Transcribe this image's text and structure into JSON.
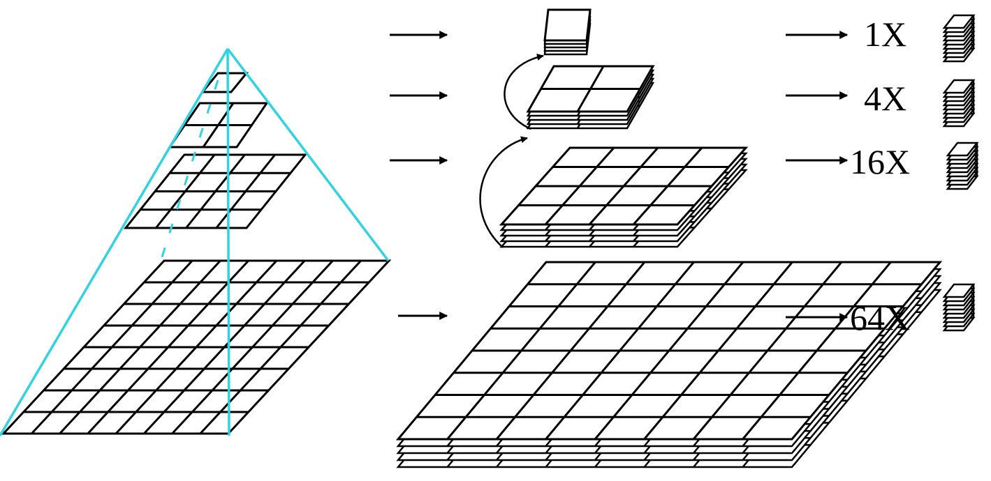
{
  "diagram": {
    "pyramid": {
      "levels": [
        1,
        2,
        4,
        8
      ],
      "line_color": "#2fd4e0"
    },
    "feature_maps": {
      "levels": [
        1,
        2,
        4,
        8
      ],
      "stack_layers": 5
    },
    "outputs": [
      {
        "label": "1X"
      },
      {
        "label": "4X"
      },
      {
        "label": "16X"
      },
      {
        "label": "64X"
      }
    ],
    "colors": {
      "stroke": "#000000",
      "fill": "#ffffff",
      "pyramid_edge": "#2fd4e0"
    }
  }
}
